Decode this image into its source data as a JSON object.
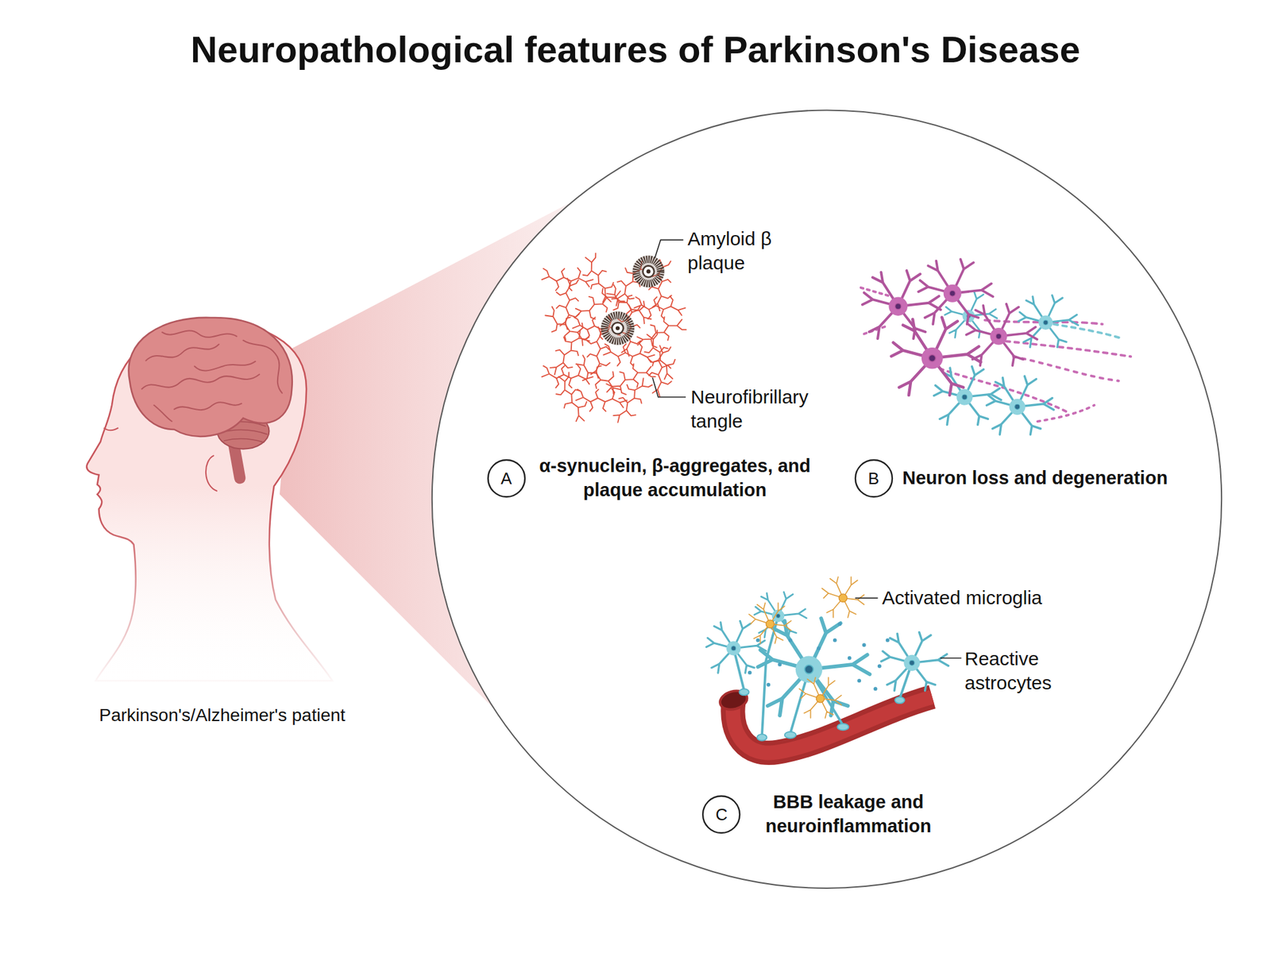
{
  "diagram": {
    "title": "Neuropathological features of Parkinson's Disease",
    "nodes": [
      {
        "text": [
          "A",
          "α-synuclein, β-aggregates, and plaque accumulation"
        ]
      },
      {
        "text": [
          "B",
          "Neuron loss and degeneration"
        ]
      },
      {
        "text": [
          "C",
          "BBB leakage and neuroinflammation"
        ]
      }
    ],
    "labels": [
      "Parkinson's/Alzheimer's patient",
      "Amyloid β plaque",
      "Neurofibrillary tangle",
      "Activated microglia",
      "Reactive astrocytes"
    ]
  }
}
